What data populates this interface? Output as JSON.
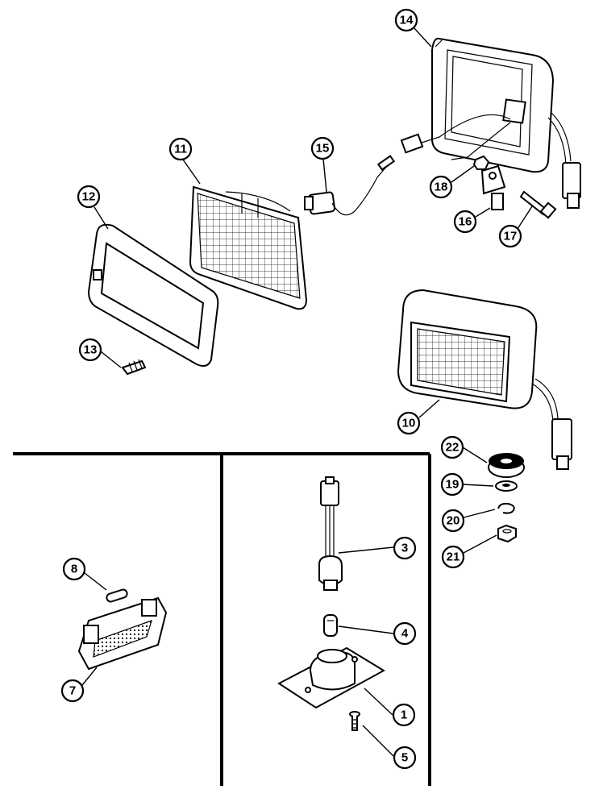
{
  "diagram": {
    "callouts": [
      {
        "id": "14",
        "label": "14"
      },
      {
        "id": "15",
        "label": "15"
      },
      {
        "id": "11",
        "label": "11"
      },
      {
        "id": "12",
        "label": "12"
      },
      {
        "id": "18",
        "label": "18"
      },
      {
        "id": "16",
        "label": "16"
      },
      {
        "id": "17",
        "label": "17"
      },
      {
        "id": "13",
        "label": "13"
      },
      {
        "id": "10",
        "label": "10"
      },
      {
        "id": "22",
        "label": "22"
      },
      {
        "id": "19",
        "label": "19"
      },
      {
        "id": "20",
        "label": "20"
      },
      {
        "id": "21",
        "label": "21"
      },
      {
        "id": "3",
        "label": "3"
      },
      {
        "id": "8",
        "label": "8"
      },
      {
        "id": "4",
        "label": "4"
      },
      {
        "id": "7",
        "label": "7"
      },
      {
        "id": "1",
        "label": "1"
      },
      {
        "id": "5",
        "label": "5"
      }
    ]
  }
}
